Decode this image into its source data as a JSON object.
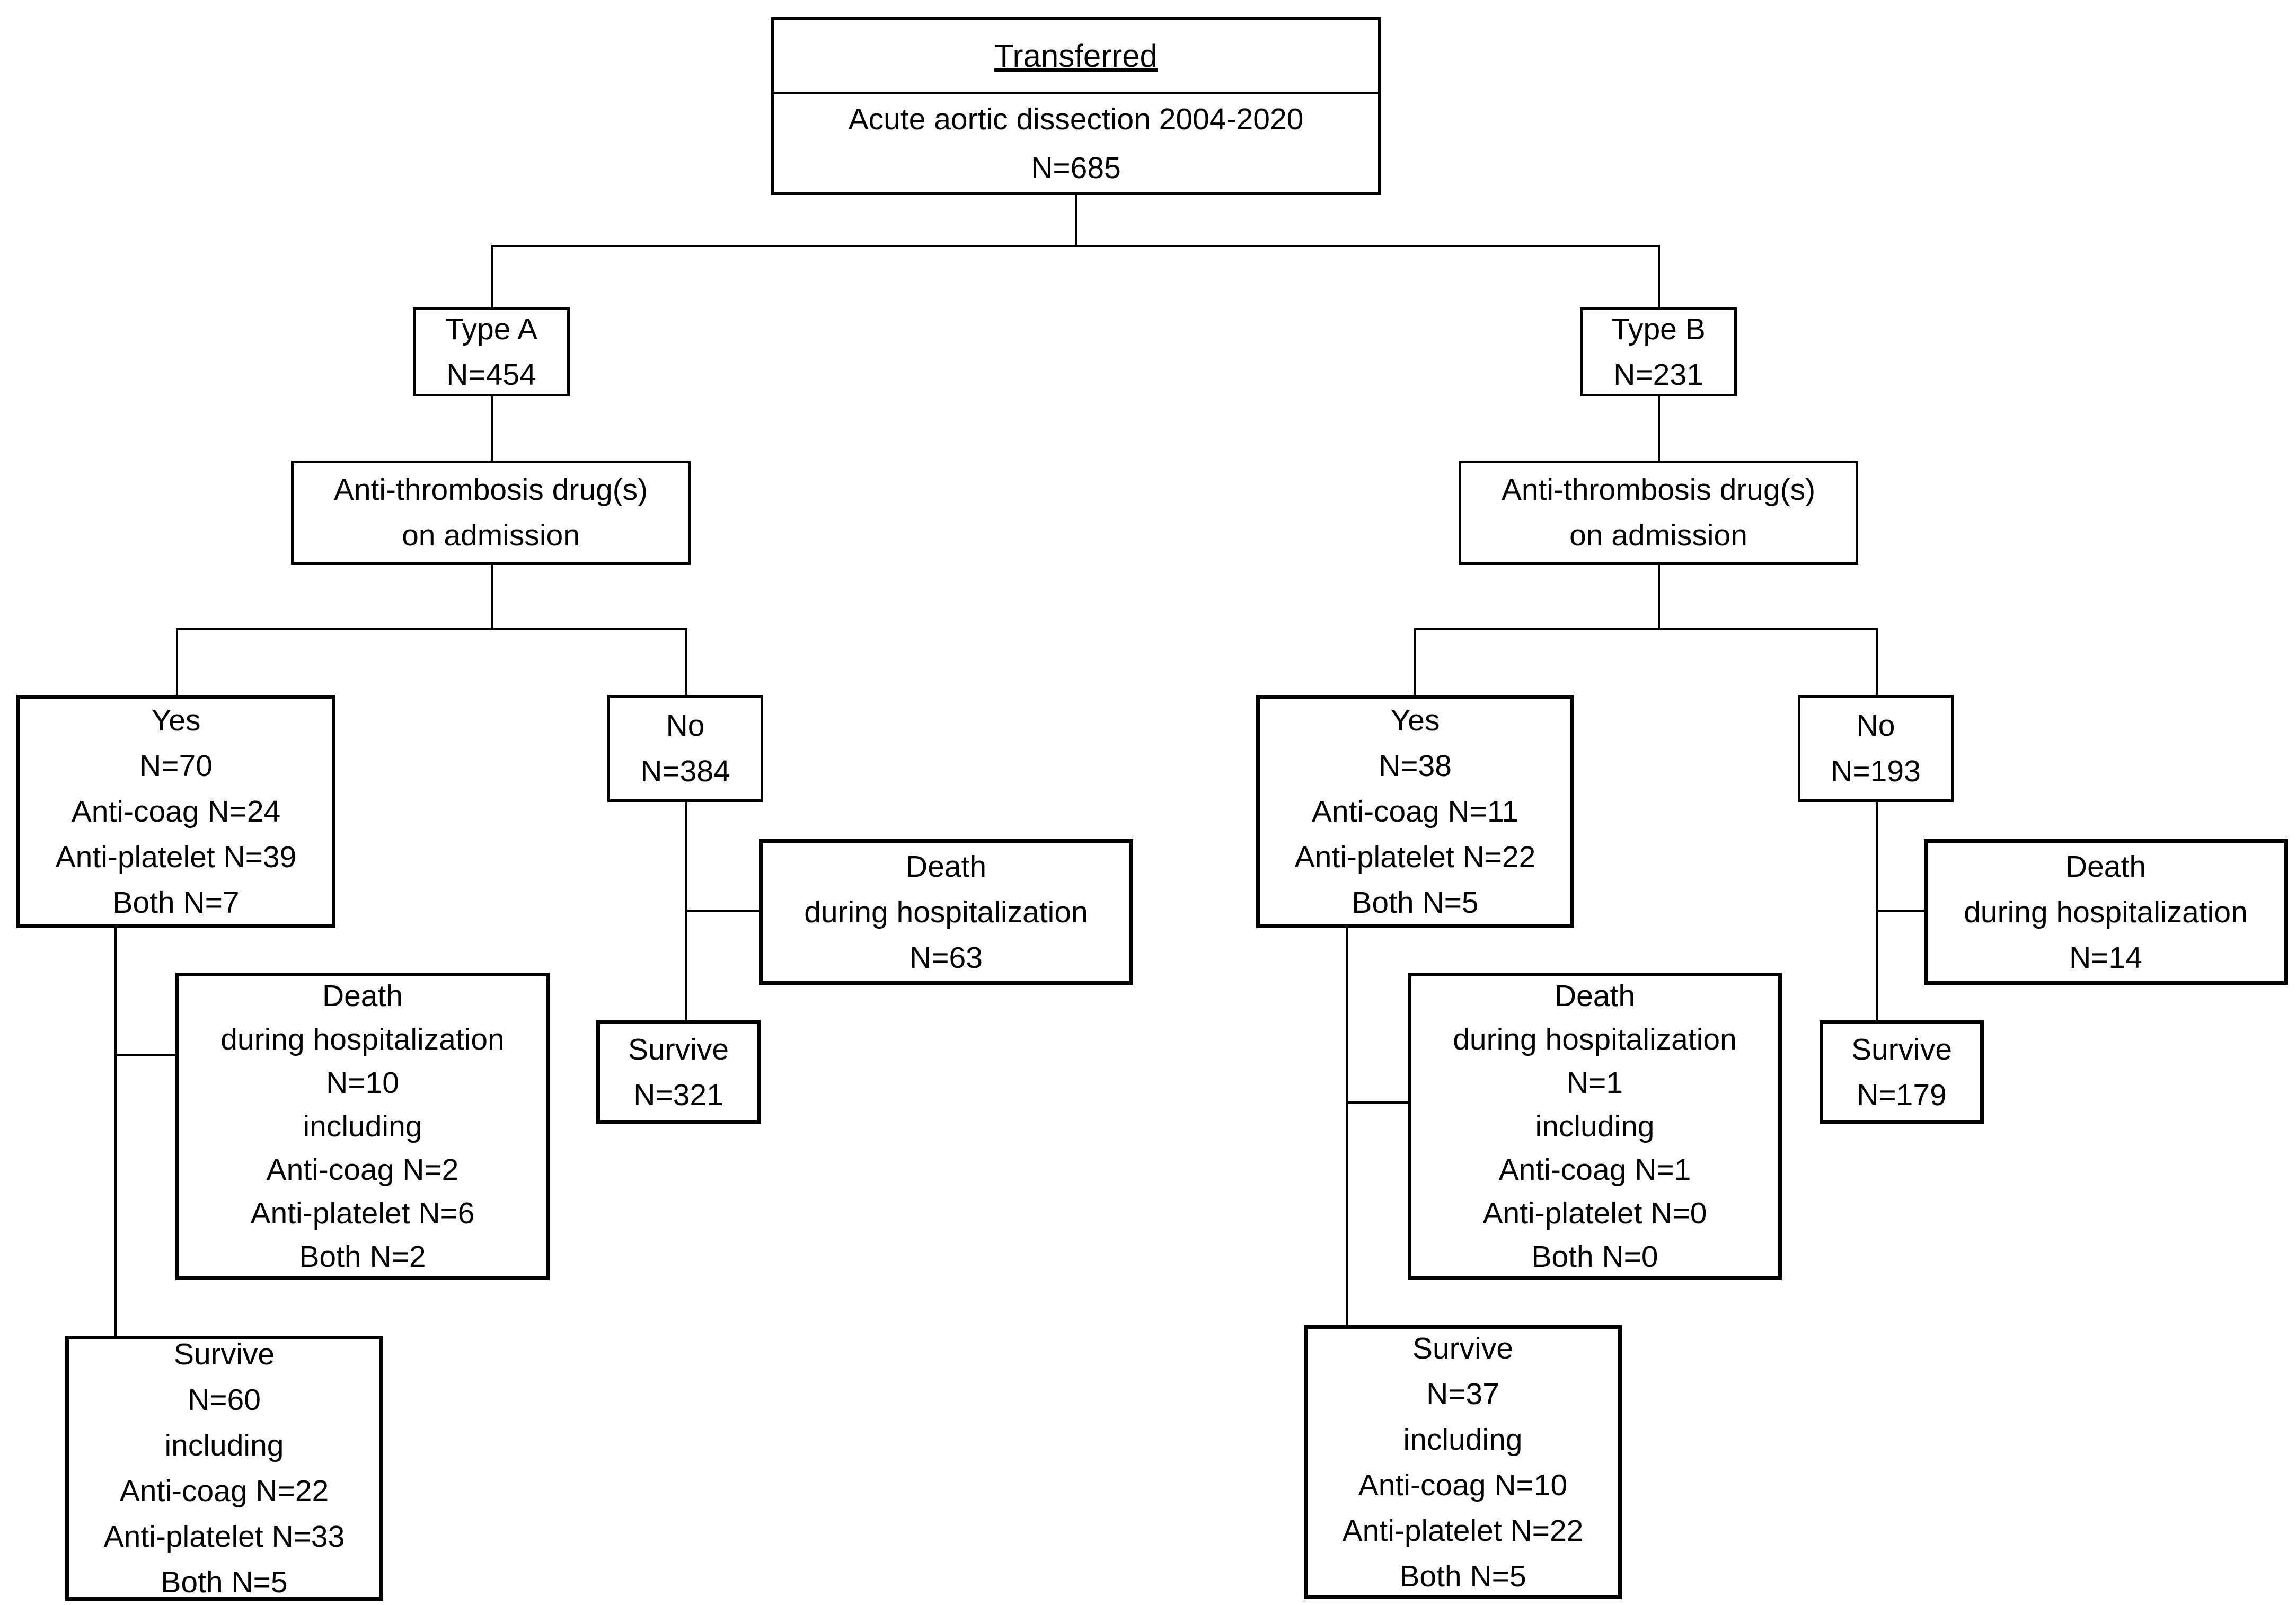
{
  "figure": {
    "background_color": "#ffffff",
    "line_color": "#000000"
  },
  "nodes": {
    "transferred": {
      "title": "Transferred",
      "lines": [
        "Acute aortic dissection 2004-2020",
        "N=685"
      ]
    },
    "type_a": {
      "lines": [
        "Type A",
        "N=454"
      ]
    },
    "at_a": {
      "lines": [
        "Anti-thrombosis drug(s)",
        "on admission"
      ]
    },
    "yes_a": {
      "lines": [
        "Yes",
        "N=70",
        "Anti-coag N=24",
        "Anti-platelet N=39",
        "Both N=7"
      ]
    },
    "no_a": {
      "lines": [
        "No",
        "N=384"
      ]
    },
    "death_no_a": {
      "lines": [
        "Death",
        "during hospitalization",
        "N=63"
      ]
    },
    "survive_no_a": {
      "lines": [
        "Survive",
        "N=321"
      ]
    },
    "death_yes_a": {
      "lines": [
        "Death",
        "during hospitalization",
        "N=10",
        "including",
        "Anti-coag N=2",
        "Anti-platelet N=6",
        "Both N=2"
      ]
    },
    "survive_yes_a": {
      "lines": [
        "Survive",
        "N=60",
        "including",
        "Anti-coag N=22",
        "Anti-platelet N=33",
        "Both N=5"
      ]
    },
    "type_b": {
      "lines": [
        "Type B",
        "N=231"
      ]
    },
    "at_b": {
      "lines": [
        "Anti-thrombosis drug(s)",
        "on admission"
      ]
    },
    "yes_b": {
      "lines": [
        "Yes",
        "N=38",
        "Anti-coag N=11",
        "Anti-platelet N=22",
        "Both N=5"
      ]
    },
    "no_b": {
      "lines": [
        "No",
        "N=193"
      ]
    },
    "death_no_b": {
      "lines": [
        "Death",
        "during hospitalization",
        "N=14"
      ]
    },
    "survive_no_b": {
      "lines": [
        "Survive",
        "N=179"
      ]
    },
    "death_yes_b": {
      "lines": [
        "Death",
        "during hospitalization",
        "N=1",
        "including",
        "Anti-coag N=1",
        "Anti-platelet N=0",
        "Both N=0"
      ]
    },
    "survive_yes_b": {
      "lines": [
        "Survive",
        "N=37",
        "including",
        "Anti-coag N=10",
        "Anti-platelet N=22",
        "Both N=5"
      ]
    }
  }
}
